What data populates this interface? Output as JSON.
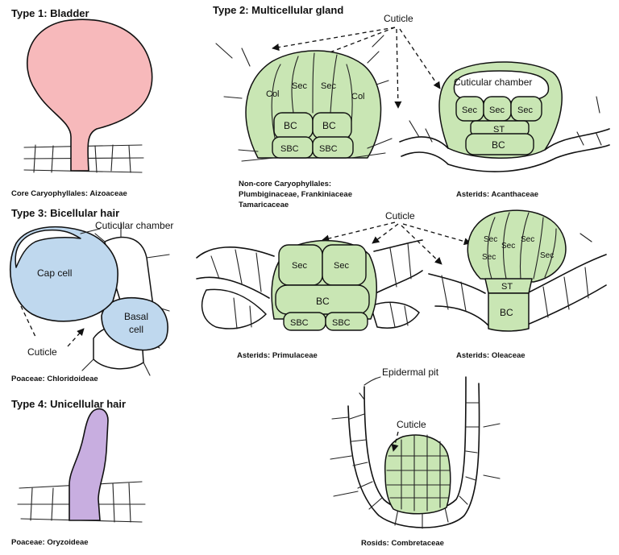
{
  "figure": {
    "type1": {
      "heading": "Type 1: Bladder",
      "caption": "Core Caryophyllales: Aizoaceae"
    },
    "type2": {
      "heading": "Type 2: Multicellular gland",
      "cuticle_top": "Cuticle",
      "cuticle_mid": "Cuticle",
      "panel_a": {
        "caption_line1": "Non-core Caryophyllales:",
        "caption_line2": "Plumbiginaceae, Frankiniaceae",
        "caption_line3": "Tamaricaceae",
        "labels": {
          "col_left": "Col",
          "col_right": "Col",
          "sec_left": "Sec",
          "sec_right": "Sec",
          "bc_left": "BC",
          "bc_right": "BC",
          "sbc_left": "SBC",
          "sbc_right": "SBC"
        }
      },
      "panel_b": {
        "caption": "Asterids: Acanthaceae",
        "chamber": "Cuticular chamber",
        "labels": {
          "sec1": "Sec",
          "sec2": "Sec",
          "sec3": "Sec",
          "st": "ST",
          "bc": "BC"
        }
      },
      "panel_c": {
        "caption": "Asterids: Primulaceae",
        "labels": {
          "sec_left": "Sec",
          "sec_right": "Sec",
          "bc": "BC",
          "sbc_left": "SBC",
          "sbc_right": "SBC"
        }
      },
      "panel_d": {
        "caption": "Asterids: Oleaceae",
        "labels": {
          "sec1": "Sec",
          "sec2": "Sec",
          "sec3": "Sec",
          "sec4": "Sec",
          "sec5": "Sec",
          "st": "ST",
          "bc": "BC"
        }
      },
      "panel_e": {
        "caption": "Rosids: Combretaceae",
        "pit": "Epidermal pit",
        "cuticle": "Cuticle"
      }
    },
    "type3": {
      "heading": "Type 3: Bicellular hair",
      "chamber": "Cuticular chamber",
      "cap": "Cap cell",
      "basal_line1": "Basal",
      "basal_line2": "cell",
      "cuticle": "Cuticle",
      "caption": "Poaceae: Chloridoideae"
    },
    "type4": {
      "heading": "Type 4: Unicellular hair",
      "caption": "Poaceae: Oryzoideae"
    },
    "colors": {
      "bladder": "#f7b9bb",
      "gland": "#c9e6b4",
      "bicellular": "#bfd8ee",
      "unicellular": "#c8aee0"
    }
  }
}
